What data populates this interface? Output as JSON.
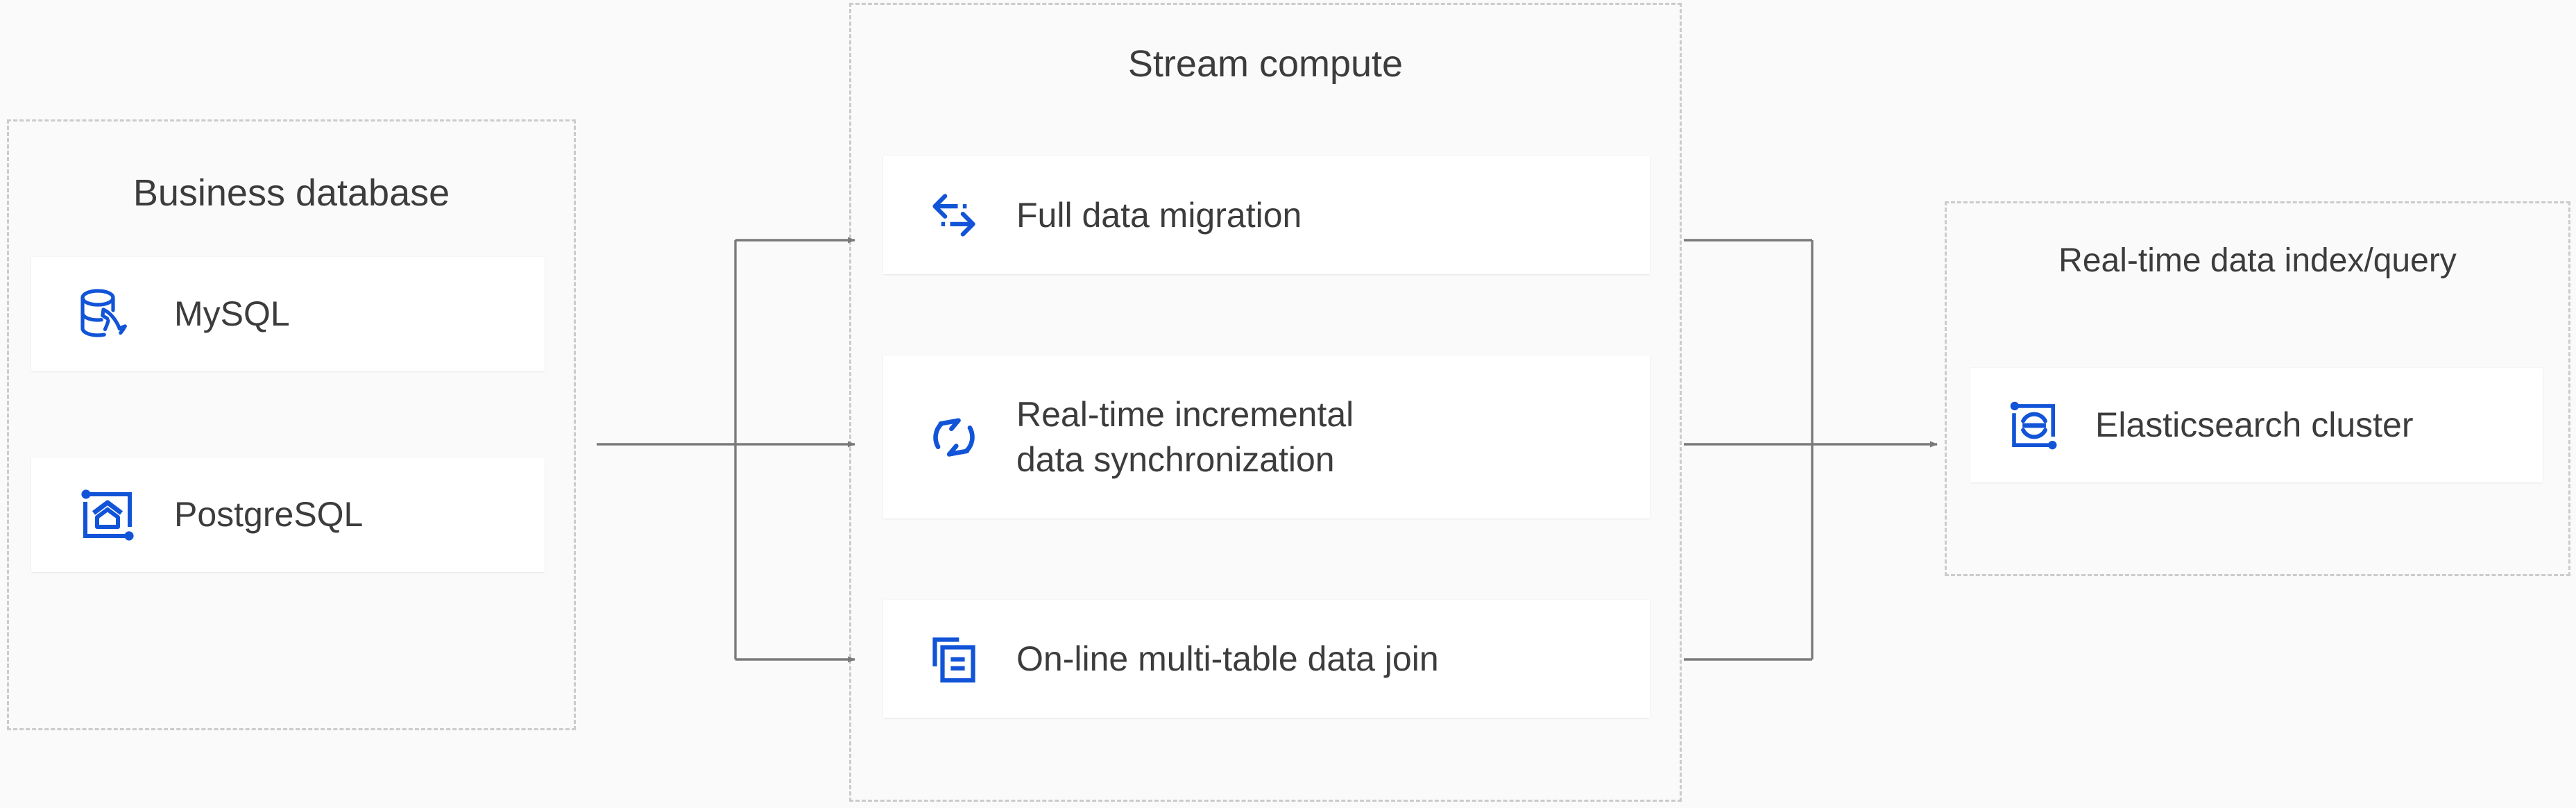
{
  "theme": {
    "background": "#fafafa",
    "card_background": "#ffffff",
    "dashed_border": "#c9cbcd",
    "text": "#3c3c3c",
    "accent_blue": "#1254d8",
    "connector": "#7a7a7a"
  },
  "groups": {
    "business_database": {
      "title": "Business database",
      "items": [
        {
          "label": "MySQL",
          "icon": "mysql-database-icon"
        },
        {
          "label": "PostgreSQL",
          "icon": "postgresql-elephant-icon"
        }
      ]
    },
    "stream_compute": {
      "title": "Stream compute",
      "items": [
        {
          "label": "Full data migration",
          "icon": "bidirectional-arrows-icon"
        },
        {
          "label": "Real-time incremental\ndata synchronization",
          "label_line1": "Real-time incremental",
          "label_line2": "data synchronization",
          "icon": "sync-refresh-icon"
        },
        {
          "label": "On-line multi-table data join",
          "icon": "multi-table-join-icon"
        }
      ]
    },
    "index_query": {
      "title": "Real-time data index/query",
      "items": [
        {
          "label": "Elasticsearch cluster",
          "icon": "elasticsearch-icon"
        }
      ]
    }
  },
  "connectors": {
    "left_fanout": "business-database-to-stream-compute",
    "right_merge": "stream-compute-to-elasticsearch"
  }
}
